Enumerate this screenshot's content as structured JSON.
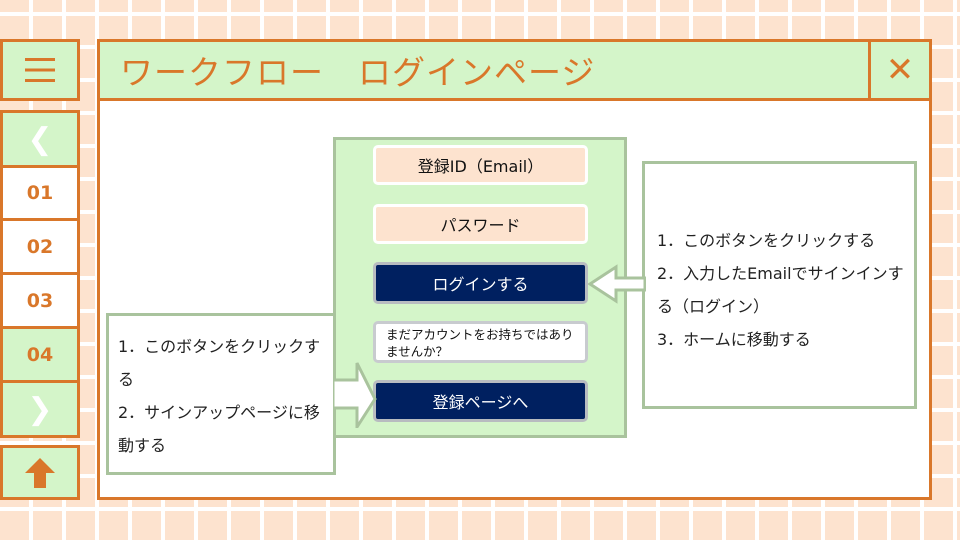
{
  "sidebar": {
    "menu_icon": "hamburger-menu-icon",
    "prev_glyph": "❮",
    "items": [
      {
        "label": "01"
      },
      {
        "label": "02"
      },
      {
        "label": "03"
      },
      {
        "label": "04"
      }
    ],
    "next_glyph": "❯",
    "up_icon": "up-arrow-icon"
  },
  "header": {
    "title": "ワークフロー　ログインページ",
    "close_glyph": "✕"
  },
  "login": {
    "id_field_label": "登録ID（Email）",
    "password_field_label": "パスワード",
    "login_button": "ログインする",
    "no_account_text": "まだアカウントをお持ちではありませんか？",
    "register_button": "登録ページへ"
  },
  "notes": {
    "right": [
      "1．このボタンをクリックする",
      "2．入力したEmailでサインインする（ログイン）",
      "3．ホームに移動する"
    ],
    "left": [
      "1．このボタンをクリックする",
      "2．サインアップページに移動する"
    ]
  },
  "colors": {
    "accent": "#d9772a",
    "panel_green": "#d4f5c9",
    "field_peach": "#fde3cf",
    "button_navy": "#002060",
    "note_border": "#a9c39d"
  }
}
